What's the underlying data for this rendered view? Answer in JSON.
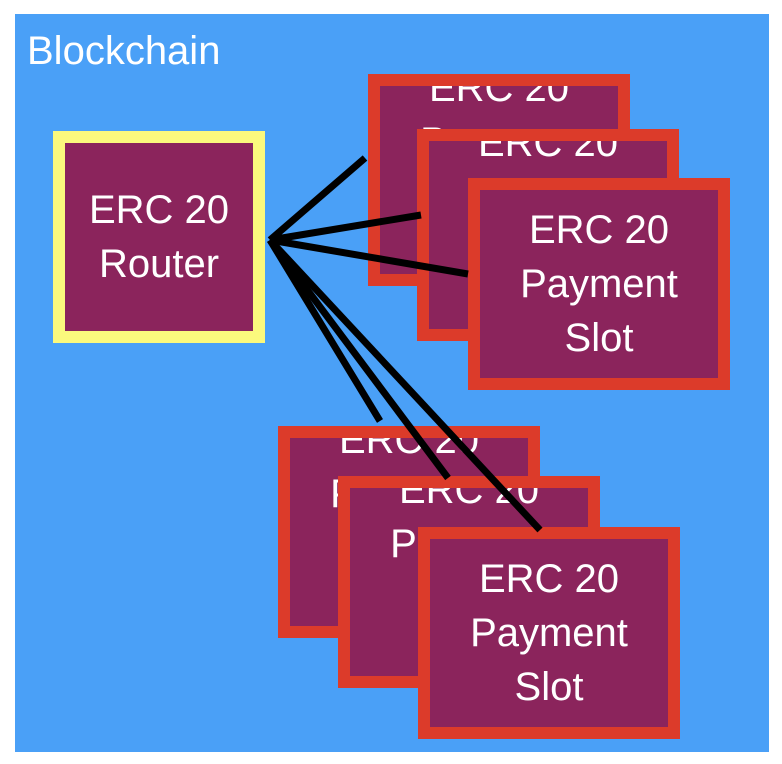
{
  "diagram": {
    "container_label": "Blockchain",
    "router": {
      "line1": "ERC 20",
      "line2": "Router"
    },
    "slot": {
      "line1": "ERC 20",
      "line2": "Payment",
      "line3": "Slot"
    },
    "colors": {
      "background": "#4aa0f7",
      "box_fill": "#8b245c",
      "slot_border": "#dc3b2a",
      "router_border": "#fbf97d",
      "text": "#ffffff",
      "edge": "#000000"
    }
  }
}
